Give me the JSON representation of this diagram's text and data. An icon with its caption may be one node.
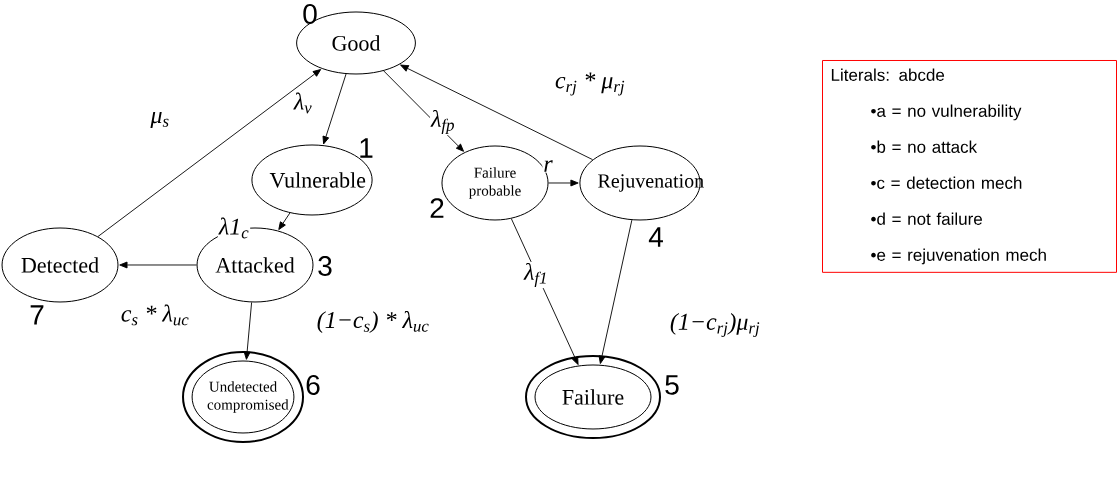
{
  "diagram": {
    "nodes": [
      {
        "text": [
          "Good"
        ],
        "beside": [
          "0"
        ]
      },
      {
        "text": [
          "Vulnerable"
        ],
        "beside": [
          "1"
        ]
      },
      {
        "text": [
          "Failure probable"
        ],
        "beside": [
          "2"
        ]
      },
      {
        "text": [
          "Attacked"
        ],
        "beside": [
          "3"
        ]
      },
      {
        "text": [
          "Rejuvenation"
        ],
        "beside": [
          "4"
        ]
      },
      {
        "text": [
          "Failure"
        ],
        "beside": [
          "5"
        ]
      },
      {
        "text": [
          "Undetected compromised"
        ],
        "beside": [
          "6"
        ]
      },
      {
        "text": [
          "Detected"
        ],
        "beside": [
          "7"
        ]
      },
      {
        "text": [
          "Literals: abcde",
          "•a = no vulnerability",
          "•b = no attack",
          "•c = detection mech",
          "•d = not failure",
          "•e = rejuvenation mech"
        ]
      }
    ],
    "edges": [
      {
        "from": 0,
        "to": 1,
        "arrow": "to",
        "label": "λ$_{v}$"
      },
      {
        "from": 0,
        "to": 2,
        "arrow": "to",
        "label": "λ$_{fp}$"
      },
      {
        "from": 1,
        "to": 3,
        "arrow": "to",
        "label": "λ1$_{c}$"
      },
      {
        "from": 3,
        "to": 7,
        "arrow": "to",
        "label": "c$_{s}$ * λ$_{uc}$"
      },
      {
        "from": 7,
        "to": 0,
        "arrow": "to",
        "label": "μ$_{s}$"
      },
      {
        "from": 3,
        "to": 6,
        "arrow": "to",
        "label": "(1−c$_{s}$) * λ$_{uc}$"
      },
      {
        "from": 2,
        "to": 4,
        "arrow": "to",
        "label": "r"
      },
      {
        "from": 4,
        "to": 0,
        "arrow": "to",
        "label": "c$_{rj}$ * μ$_{rj}$"
      },
      {
        "from": 2,
        "to": 5,
        "arrow": "to",
        "label": "λ$_{f1}$"
      },
      {
        "from": 4,
        "to": 5,
        "arrow": "to",
        "label": "(1−c$_{rj}$)μ$_{rj}$"
      }
    ]
  }
}
